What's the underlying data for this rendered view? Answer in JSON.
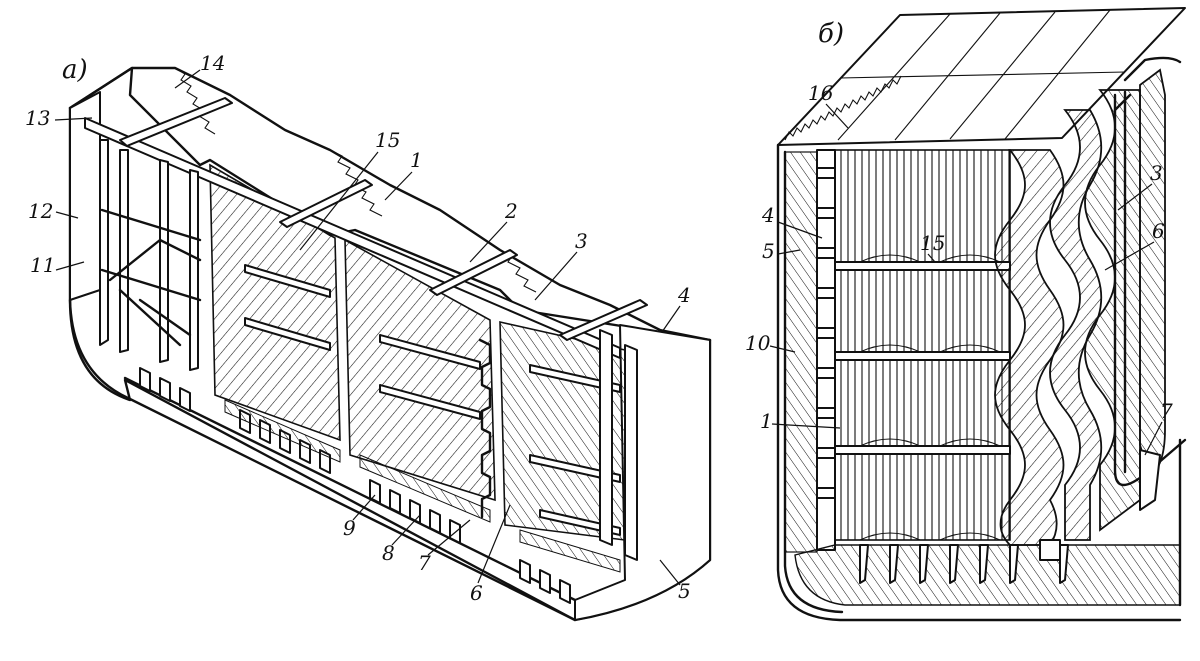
{
  "panels": {
    "a": {
      "letter": "а)",
      "labels": {
        "l1": "1",
        "l2": "2",
        "l3": "3",
        "l4": "4",
        "l5": "5",
        "l6": "6",
        "l7": "7",
        "l8": "8",
        "l9": "9",
        "l11": "11",
        "l12": "12",
        "l13": "13",
        "l14": "14",
        "l15": "15"
      }
    },
    "b": {
      "letter": "б)",
      "labels": {
        "l1": "1",
        "l3": "3",
        "l4": "4",
        "l5": "5",
        "l6": "6",
        "l7": "7",
        "l10": "10",
        "l15": "15",
        "l16": "16"
      }
    }
  },
  "colors": {
    "ink": "#111111",
    "paper": "#ffffff"
  }
}
